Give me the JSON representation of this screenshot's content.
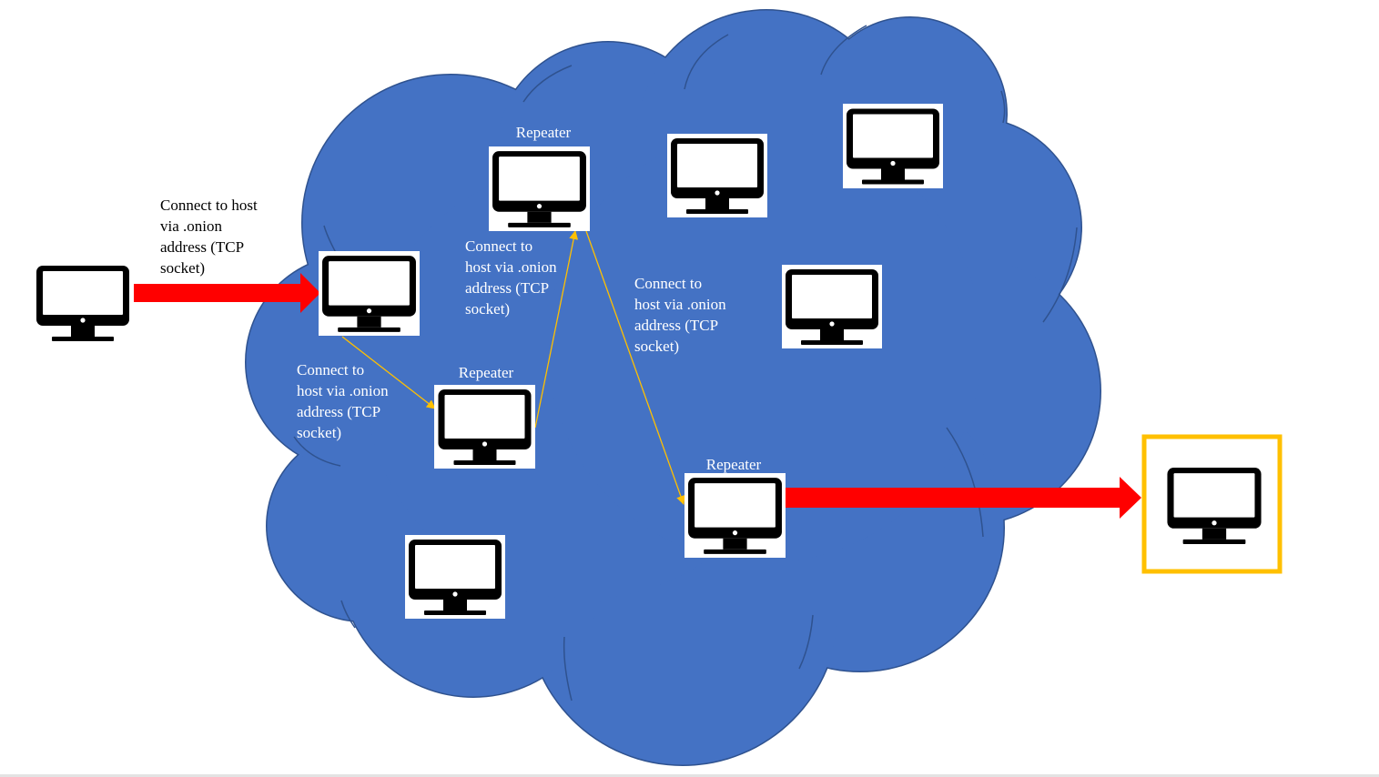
{
  "colors": {
    "cloud_fill": "#4472c4",
    "cloud_stroke": "#2f528f",
    "connection_arrow": "#ff0000",
    "hop_arrow": "#ffc000",
    "destination_frame": "#ffc000",
    "monitor": "#000000",
    "background": "#ffffff"
  },
  "icons": {
    "computer": "desktop-monitor-icon"
  },
  "labels": {
    "client_connection": "Connect to host\nvia .onion\naddress (TCP\nsocket)",
    "hop1": "Connect to\nhost via .onion\naddress (TCP\nsocket)",
    "hop2": "Connect to\nhost via .onion\naddress (TCP\nsocket)",
    "hop3": "Connect to\nhost via .onion\naddress (TCP\nsocket)",
    "repeater_top": "Repeater",
    "repeater_middle": "Repeater",
    "repeater_exit": "Repeater"
  }
}
